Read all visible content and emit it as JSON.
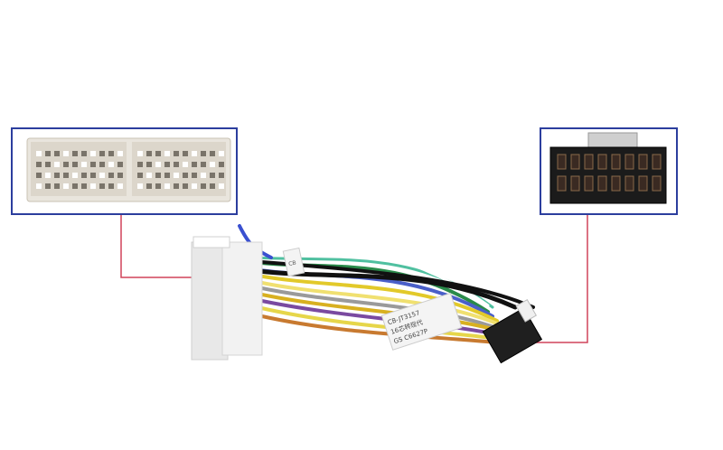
{
  "colors": {
    "callout_border": "#2c3e9e",
    "leader_line": "#d0435a",
    "connector_plastic": "#e8e4dc",
    "connector_dark": "#222222"
  },
  "label_tag": {
    "line1": "CB-JT3157",
    "line2": "16芯转现代",
    "line3": "GS C6627P"
  },
  "small_tag": "CB"
}
